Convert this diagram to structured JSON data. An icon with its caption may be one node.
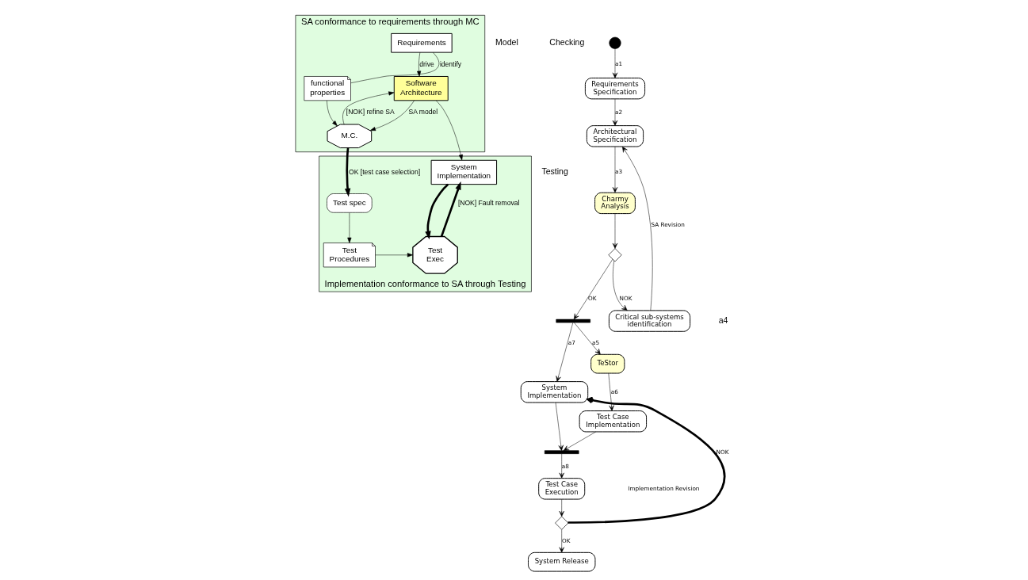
{
  "diagram": {
    "nodes": [
      {
        "text": [
          "SA conformance to requirements through MC"
        ],
        "beside": [
          "Model",
          "Checking"
        ]
      },
      {
        "text": [
          "Requirements"
        ],
        "in": 0
      },
      {
        "text": [
          "Software Architecture"
        ],
        "in": 0
      },
      {
        "text": [
          "M.C."
        ],
        "in": 0
      },
      {
        "text": [
          "functional properties"
        ],
        "in": 0
      },
      {
        "text": [
          "Implementation conformance to SA through Testing"
        ],
        "beside": [
          "Testing"
        ]
      },
      {
        "text": [
          "System Implementation"
        ],
        "in": 5
      },
      {
        "text": [
          "Test spec"
        ],
        "in": 5
      },
      {
        "text": [
          "Test Exec"
        ],
        "in": 5
      },
      {
        "text": [
          "Test Procedures"
        ],
        "in": 5
      },
      {
        "text": [],
        "shape": "circle"
      },
      {
        "text": [
          "Requirements Specification"
        ]
      },
      {
        "text": [
          "Architectural Specification"
        ]
      },
      {
        "text": [
          "Charmy Analysis"
        ]
      },
      {
        "text": [],
        "shape": "diamond"
      },
      {
        "text": [
          "Critical sub-systems identification"
        ],
        "beside": [
          "a4"
        ]
      },
      {
        "text": [],
        "shape": "bar"
      },
      {
        "text": [
          "TeStor"
        ]
      },
      {
        "text": [
          "Test Case Implementation"
        ]
      },
      {
        "text": [
          "System Implementation"
        ]
      },
      {
        "text": [],
        "shape": "bar"
      },
      {
        "text": [
          "Test Case Execution"
        ]
      },
      {
        "text": [],
        "shape": "diamond"
      },
      {
        "text": [
          "System Release"
        ]
      }
    ],
    "edges": [
      {
        "from": 1,
        "to": 4,
        "arrow": "none",
        "label": "identify"
      },
      {
        "from": 1,
        "to": 2,
        "arrow": "to",
        "label": "drive"
      },
      {
        "from": 2,
        "to": 3,
        "arrow": "to",
        "label": "SA model"
      },
      {
        "from": 3,
        "to": 2,
        "arrow": "to",
        "label": "[NOK] refine SA"
      },
      {
        "from": 4,
        "to": 3,
        "arrow": "to"
      },
      {
        "from": 3,
        "to": 7,
        "arrow": "to",
        "label": "OK [test case selection]",
        "style": "thick"
      },
      {
        "from": 2,
        "to": 6,
        "arrow": "to"
      },
      {
        "from": 7,
        "to": 9,
        "arrow": "to"
      },
      {
        "from": 9,
        "to": 8,
        "arrow": "to"
      },
      {
        "from": 6,
        "to": 8,
        "arrow": "to",
        "style": "thick"
      },
      {
        "from": 8,
        "to": 6,
        "arrow": "to",
        "label": "[NOK] Fault removal",
        "style": "thick"
      },
      {
        "from": 10,
        "to": 11,
        "arrow": "to",
        "label": "a1"
      },
      {
        "from": 11,
        "to": 12,
        "arrow": "to",
        "label": "a2"
      },
      {
        "from": 12,
        "to": 13,
        "arrow": "to",
        "label": "a3"
      },
      {
        "from": 13,
        "to": 14,
        "arrow": "to"
      },
      {
        "from": 14,
        "to": 15,
        "arrow": "to",
        "label": "NOK"
      },
      {
        "from": 15,
        "to": 12,
        "arrow": "to",
        "label": "SA Revision"
      },
      {
        "from": 14,
        "to": 16,
        "arrow": "to",
        "label": "OK"
      },
      {
        "from": 16,
        "to": 17,
        "arrow": "to",
        "label": "a5"
      },
      {
        "from": 16,
        "to": 19,
        "arrow": "to",
        "label": "a7"
      },
      {
        "from": 17,
        "to": 18,
        "arrow": "to",
        "label": "a6"
      },
      {
        "from": 18,
        "to": 20,
        "arrow": "to"
      },
      {
        "from": 19,
        "to": 20,
        "arrow": "to"
      },
      {
        "from": 20,
        "to": 21,
        "arrow": "to",
        "label": "a8"
      },
      {
        "from": 21,
        "to": 22,
        "arrow": "to"
      },
      {
        "from": 22,
        "to": 19,
        "arrow": "to",
        "label": "NOK",
        "style": "thick"
      },
      {
        "from": 22,
        "to": 23,
        "arrow": "to",
        "label": "OK"
      }
    ],
    "labels": [
      "Implementation Revision"
    ]
  }
}
